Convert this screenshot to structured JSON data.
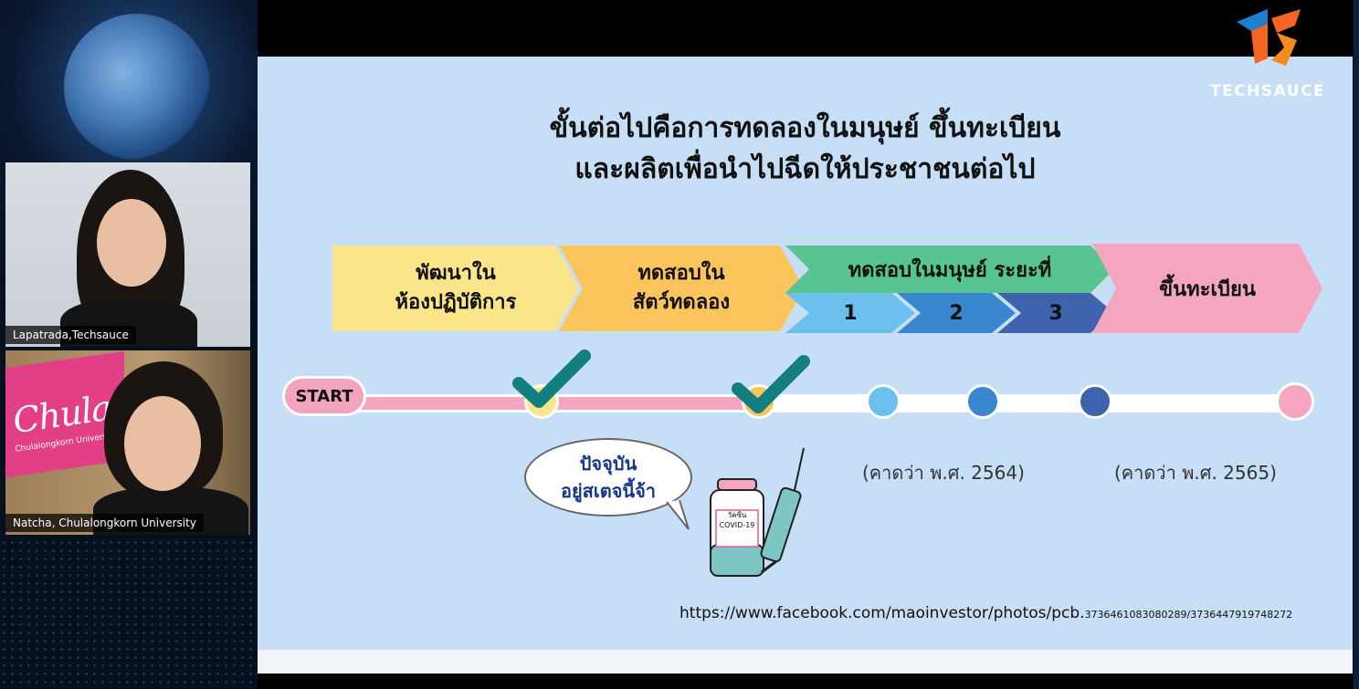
{
  "participants": [
    {
      "name": "Lapatrada,Techsauce"
    },
    {
      "name": "Natcha, Chulalongkorn University"
    }
  ],
  "banner": {
    "brand": "Chula",
    "sub": "Chulalongkorn University"
  },
  "logo": {
    "text": "TECHSAUCE",
    "colors": {
      "orange": "#f26522",
      "blue": "#1e7fd1"
    }
  },
  "slide": {
    "title_line1": "ขั้นต่อไปคือการทดลองในมนุษย์ ขึ้นทะเบียน",
    "title_line2": "และผลิตเพื่อนำไปฉีดให้ประชาชนต่อไป",
    "stages": [
      {
        "label": "พัฒนาใน\nห้องปฏิบัติการ",
        "color": "#fbe58b"
      },
      {
        "label": "ทดสอบใน\nสัตว์ทดลอง",
        "color": "#fcc45c"
      },
      {
        "label": "ทดสอบในมนุษย์ ระยะที่",
        "color": "#58c48f",
        "phases": [
          "1",
          "2",
          "3"
        ],
        "phase_colors": [
          "#6cc0ee",
          "#3a87d0",
          "#3f63ad"
        ]
      },
      {
        "label": "ขึ้นทะเบียน",
        "color": "#f4a5c0"
      }
    ],
    "timeline": {
      "start_label": "START"
    },
    "bubble_text": "ปัจจุบัน\nอยู่สเตจนี้จ้า",
    "vial_label": "วัคซีน\nCOVID-19",
    "estimate_1": "(คาดว่า พ.ศ. 2564)",
    "estimate_2": "(คาดว่า พ.ศ. 2565)",
    "source_url_main": "https://www.facebook.com/maoinvestor/photos/pcb.",
    "source_url_tail": "3736461083080289/3736447919748272"
  }
}
